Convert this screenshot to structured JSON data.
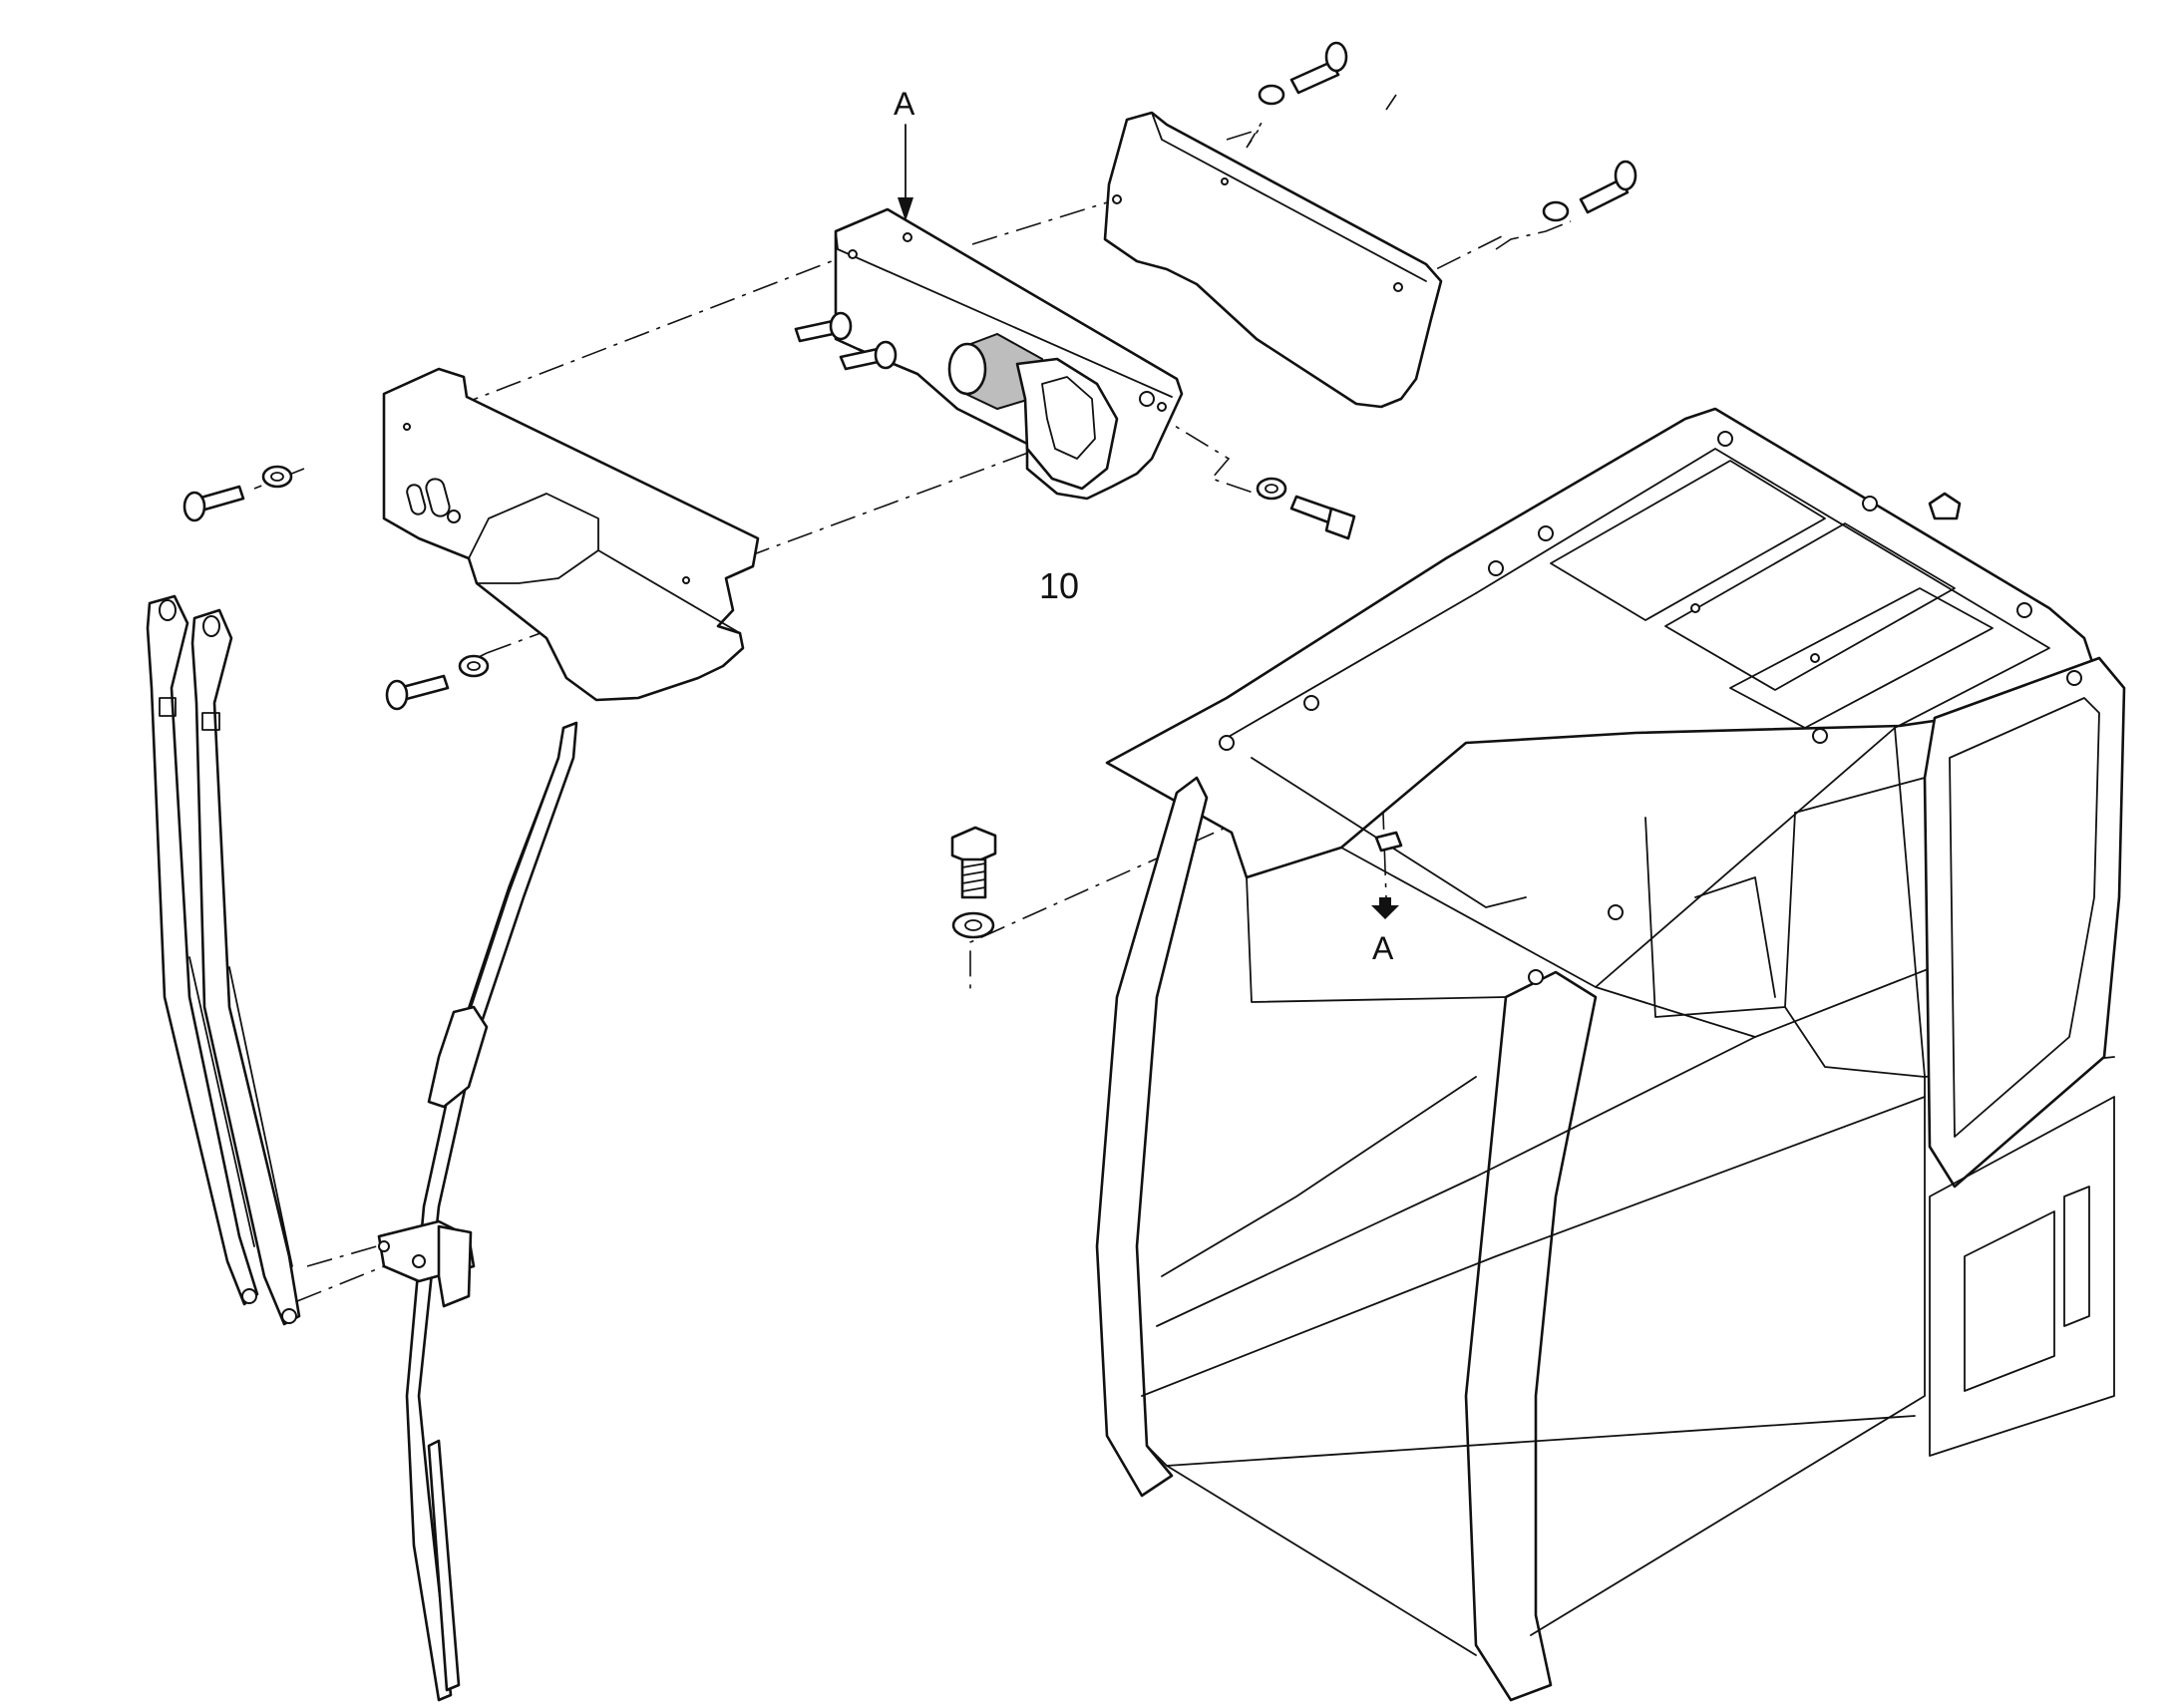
{
  "labels": {
    "callout_a_top": "A",
    "callout_a_cab": "A",
    "part_number": "10"
  },
  "colors": {
    "line": "#111111",
    "background": "#ffffff"
  }
}
